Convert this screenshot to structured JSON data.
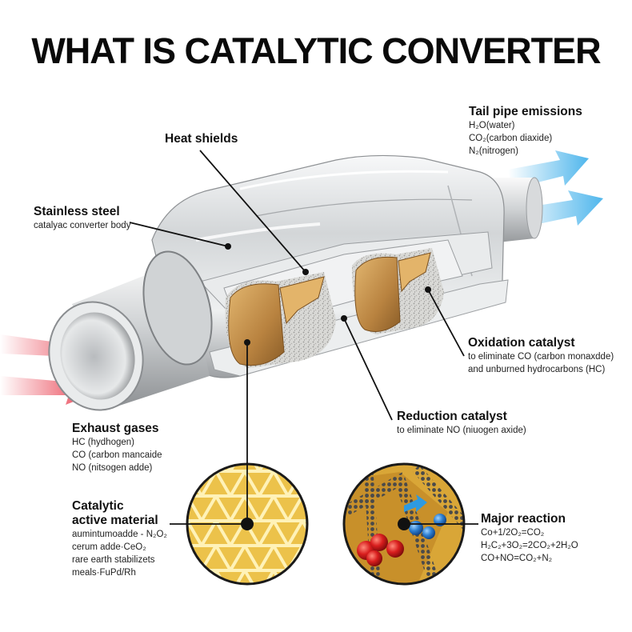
{
  "title": "WHAT IS CATALYTIC CONVERTER",
  "colors": {
    "steel_light": "#eef0f1",
    "steel_mid": "#c9ccce",
    "steel_dark": "#8a8d90",
    "catalyst_gold": "#c9964e",
    "honeycomb_yellow": "#e9bd3a",
    "inlet_arrow": "#e8394a",
    "outlet_arrow": "#4fb6ec",
    "oxygen_red": "#d91e1e",
    "molecule_blue": "#2e7fd1"
  },
  "labels": {
    "heat_shields": {
      "heading": "Heat shields"
    },
    "stainless_steel": {
      "heading": "Stainless steel",
      "line1": "catalyac converter body"
    },
    "tail_pipe": {
      "heading": "Tail pipe emissions",
      "line1": "H₂O(water)",
      "line2": "CO₂(carbon diaxide)",
      "line3": "N₂(nitrogen)"
    },
    "oxidation": {
      "heading": "Oxidation catalyst",
      "line1": "to eliminate CO (carbon monaxdde)",
      "line2": "and unburned hydrocarbons (HC)"
    },
    "reduction": {
      "heading": "Reduction catalyst",
      "line1": "to eliminate NO (niuogen axide)"
    },
    "exhaust": {
      "heading": "Exhaust gases",
      "line1": "HC (hydhogen)",
      "line2": "CO (carbon mancaide",
      "line3": "NO (nitsogen adde)"
    },
    "catalytic_material": {
      "heading1": "Catalytic",
      "heading2": "active material",
      "line1": "aumintumoadde - N₂O₂",
      "line2": "cerum adde·CeO₂",
      "line3": "rare earth stabilizets",
      "line4": "meals·FuPd/Rh"
    },
    "major_reaction": {
      "heading": "Major reaction",
      "line1": "Co+1/2O₂=CO₂",
      "line2": "H₂C₂+3O₂=2CO₂+2H₂O",
      "line3": "CO+NO=CO₂+N₂"
    }
  }
}
